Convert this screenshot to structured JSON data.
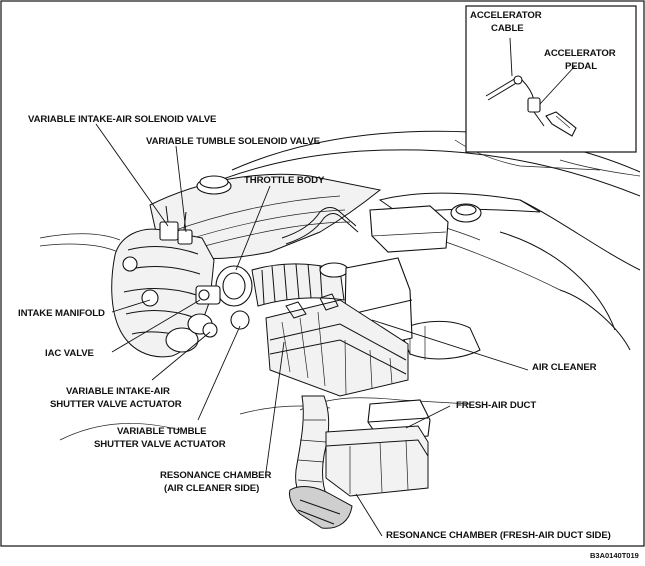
{
  "labels": {
    "accelerator_cable_1": "ACCELERATOR",
    "accelerator_cable_2": "CABLE",
    "accelerator_pedal_1": "ACCELERATOR",
    "accelerator_pedal_2": "PEDAL",
    "variable_intake_air_solenoid_valve": "VARIABLE INTAKE-AIR SOLENOID VALVE",
    "variable_tumble_solenoid_valve": "VARIABLE TUMBLE SOLENOID VALVE",
    "throttle_body": "THROTTLE BODY",
    "intake_manifold": "INTAKE MANIFOLD",
    "iac_valve": "IAC VALVE",
    "variable_intake_air_shutter_1": "VARIABLE INTAKE-AIR",
    "variable_intake_air_shutter_2": "SHUTTER VALVE ACTUATOR",
    "variable_tumble_shutter_1": "VARIABLE TUMBLE",
    "variable_tumble_shutter_2": "SHUTTER VALVE ACTUATOR",
    "air_cleaner": "AIR CLEANER",
    "fresh_air_duct": "FRESH-AIR DUCT",
    "resonance_chamber_air_cleaner_1": "RESONANCE CHAMBER",
    "resonance_chamber_air_cleaner_2": "(AIR CLEANER SIDE)",
    "resonance_chamber_fresh_air_duct": "RESONANCE CHAMBER (FRESH-AIR DUCT SIDE)",
    "figure_code": "B3A0140T019"
  }
}
